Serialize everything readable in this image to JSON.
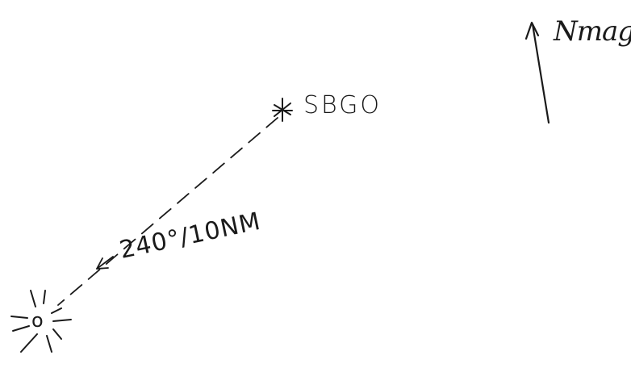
{
  "diagram": {
    "north_arrow": {
      "label": "Nmag"
    },
    "station": {
      "label": "SBGO",
      "symbol": "asterisk"
    },
    "course": {
      "label": "240°/10NM"
    },
    "origin": {
      "label": "o",
      "symbol": "sunburst"
    },
    "ink_color": "#1a1a1a"
  }
}
